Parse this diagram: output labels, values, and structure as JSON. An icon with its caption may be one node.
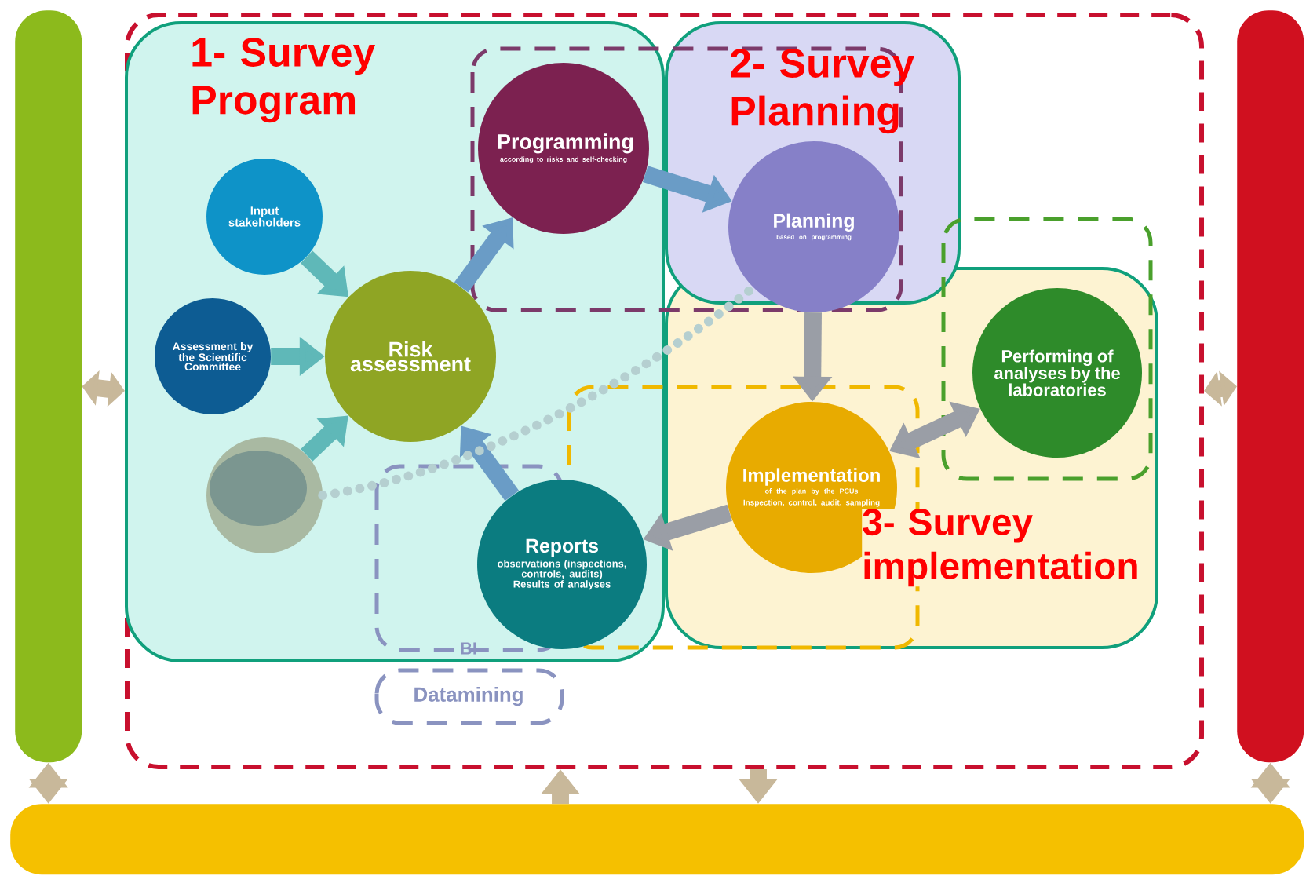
{
  "diagram": {
    "nodes": [
      {
        "text": [],
        "shape": "box"
      },
      {
        "text": [
          "1- Survey Program"
        ],
        "in": 0
      },
      {
        "text": [
          "2- Survey Planning"
        ],
        "in": 0
      },
      {
        "text": [
          "3- Survey implementation"
        ],
        "in": 0
      },
      {
        "text": [
          "Input stakeholders"
        ],
        "in": 1
      },
      {
        "text": [
          "Assessment by the Scientific Committee"
        ],
        "in": 1
      },
      {
        "text": [],
        "shape": "circle",
        "in": 1
      },
      {
        "text": [
          "Risk assessment"
        ],
        "in": 1
      },
      {
        "text": [
          "Programming",
          "according to risks and self-checking"
        ],
        "in": 1
      },
      {
        "text": [
          "Planning",
          "based on programming"
        ],
        "in": 2
      },
      {
        "text": [
          "Reports",
          "observations (inspections, controls, audits) Results of analyses"
        ],
        "in": 1
      },
      {
        "text": [
          "Implementation",
          "of the plan by the PCUs",
          "Inspection, control, audit, sampling"
        ],
        "in": 3
      },
      {
        "text": [
          "Performing of analyses by the laboratories"
        ],
        "in": 3
      },
      {
        "text": [],
        "shape": "bar"
      },
      {
        "text": [],
        "shape": "bar"
      },
      {
        "text": [],
        "shape": "bar"
      }
    ],
    "edges": [
      {
        "from": 4,
        "to": 7,
        "arrow": "to",
        "color": "#5fb8b8"
      },
      {
        "from": 5,
        "to": 7,
        "arrow": "to",
        "color": "#5fb8b8"
      },
      {
        "from": 6,
        "to": 7,
        "arrow": "to",
        "color": "#5fb8b8"
      },
      {
        "from": 7,
        "to": 8,
        "arrow": "to",
        "color": "#6a9cc6"
      },
      {
        "from": 8,
        "to": 9,
        "arrow": "to",
        "color": "#6a9cc6"
      },
      {
        "from": 10,
        "to": 7,
        "arrow": "to",
        "color": "#6a9cc6"
      },
      {
        "from": 9,
        "to": 11,
        "arrow": "to",
        "color": "#9a9ea6"
      },
      {
        "from": 11,
        "to": 10,
        "arrow": "to",
        "color": "#9a9ea6"
      },
      {
        "from": 11,
        "to": 12,
        "arrow": "both",
        "color": "#9a9ea6"
      },
      {
        "from": 6,
        "to": 9,
        "arrow": "none",
        "style": "dashed",
        "color": "#b5cfd0"
      },
      {
        "from": 13,
        "to": 0,
        "arrow": "both",
        "color": "#c8b89a"
      },
      {
        "from": 0,
        "to": 14,
        "arrow": "both",
        "color": "#c8b89a"
      },
      {
        "from": 13,
        "to": 15,
        "arrow": "both",
        "color": "#c8b89a"
      },
      {
        "from": 14,
        "to": 15,
        "arrow": "both",
        "color": "#c8b89a"
      },
      {
        "from": 15,
        "to": 0,
        "arrow": "to",
        "color": "#c8b89a"
      },
      {
        "from": 0,
        "to": 15,
        "arrow": "to",
        "color": "#c8b89a"
      }
    ],
    "labels": [
      "BI",
      "Datamining"
    ]
  }
}
